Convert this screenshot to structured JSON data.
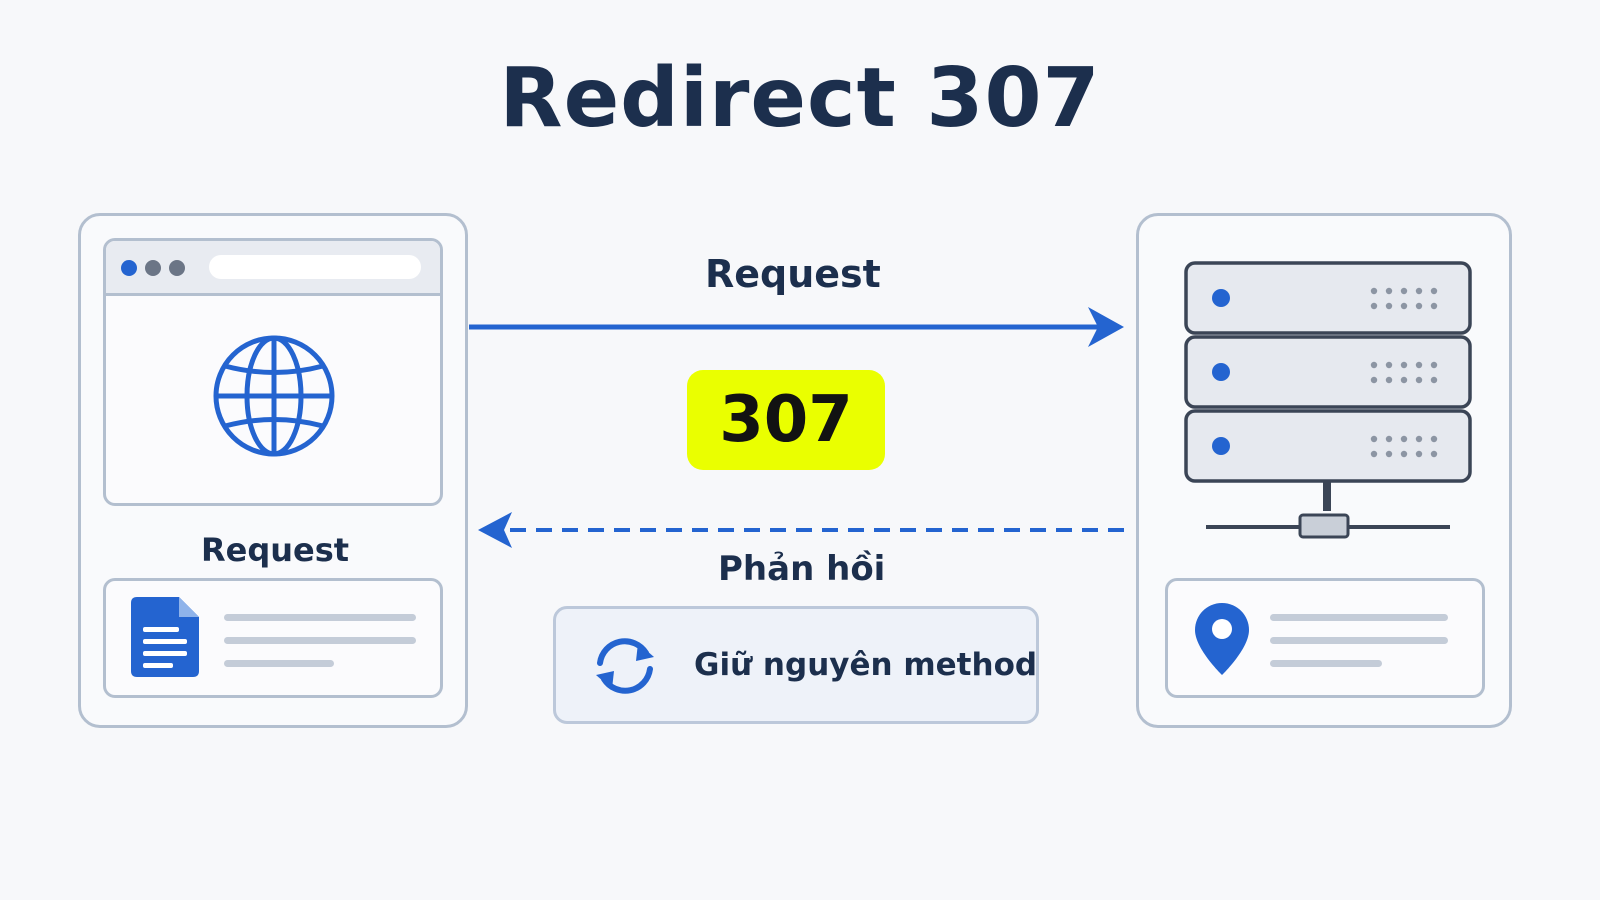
{
  "title": "Redirect 307",
  "client": {
    "request_label": "Request"
  },
  "flow": {
    "request_label": "Request",
    "status_code": "307",
    "response_label": "Phản hồi",
    "method_note": "Giữ nguyên method"
  },
  "colors": {
    "primary": "#2464d0",
    "text": "#1c2f4d",
    "badge": "#eaff00",
    "border": "#b3bfcf"
  },
  "icons": [
    "globe-icon",
    "document-icon",
    "server-icon",
    "location-pin-icon",
    "refresh-icon"
  ]
}
